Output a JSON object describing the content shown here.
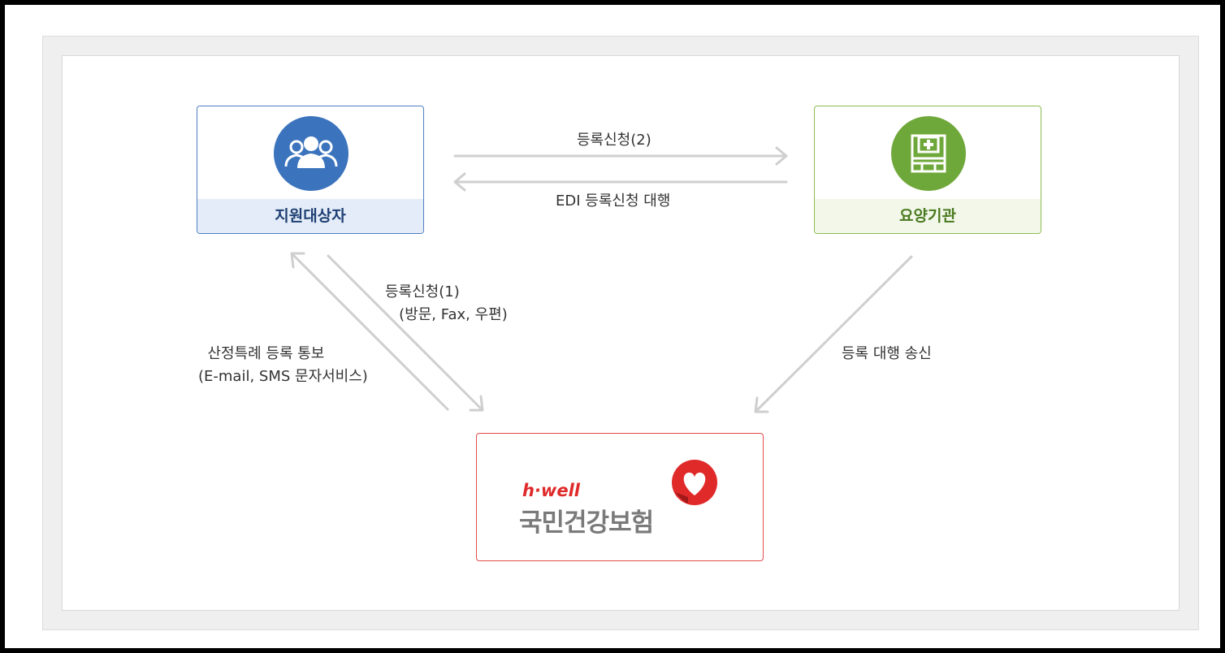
{
  "nodes": {
    "support": {
      "label": "지원대상자",
      "icon": "people-group-icon",
      "color": "#3b73bd"
    },
    "care": {
      "label": "요양기관",
      "icon": "hospital-building-icon",
      "color": "#6fa83a"
    },
    "nhis": {
      "brand": "h·well",
      "name": "국민건강보험",
      "icon": "heart-logo-icon",
      "color": "#e02a2a"
    }
  },
  "edges": {
    "register_2": "등록신청(2)",
    "edi": "EDI 등록신청 대행",
    "register_1": "등록신청(1)\n   (방문, Fax, 우편)",
    "notify": "  산정특례 등록 통보\n(E-mail, SMS 문자서비스)",
    "send": "등록 대행 송신"
  }
}
